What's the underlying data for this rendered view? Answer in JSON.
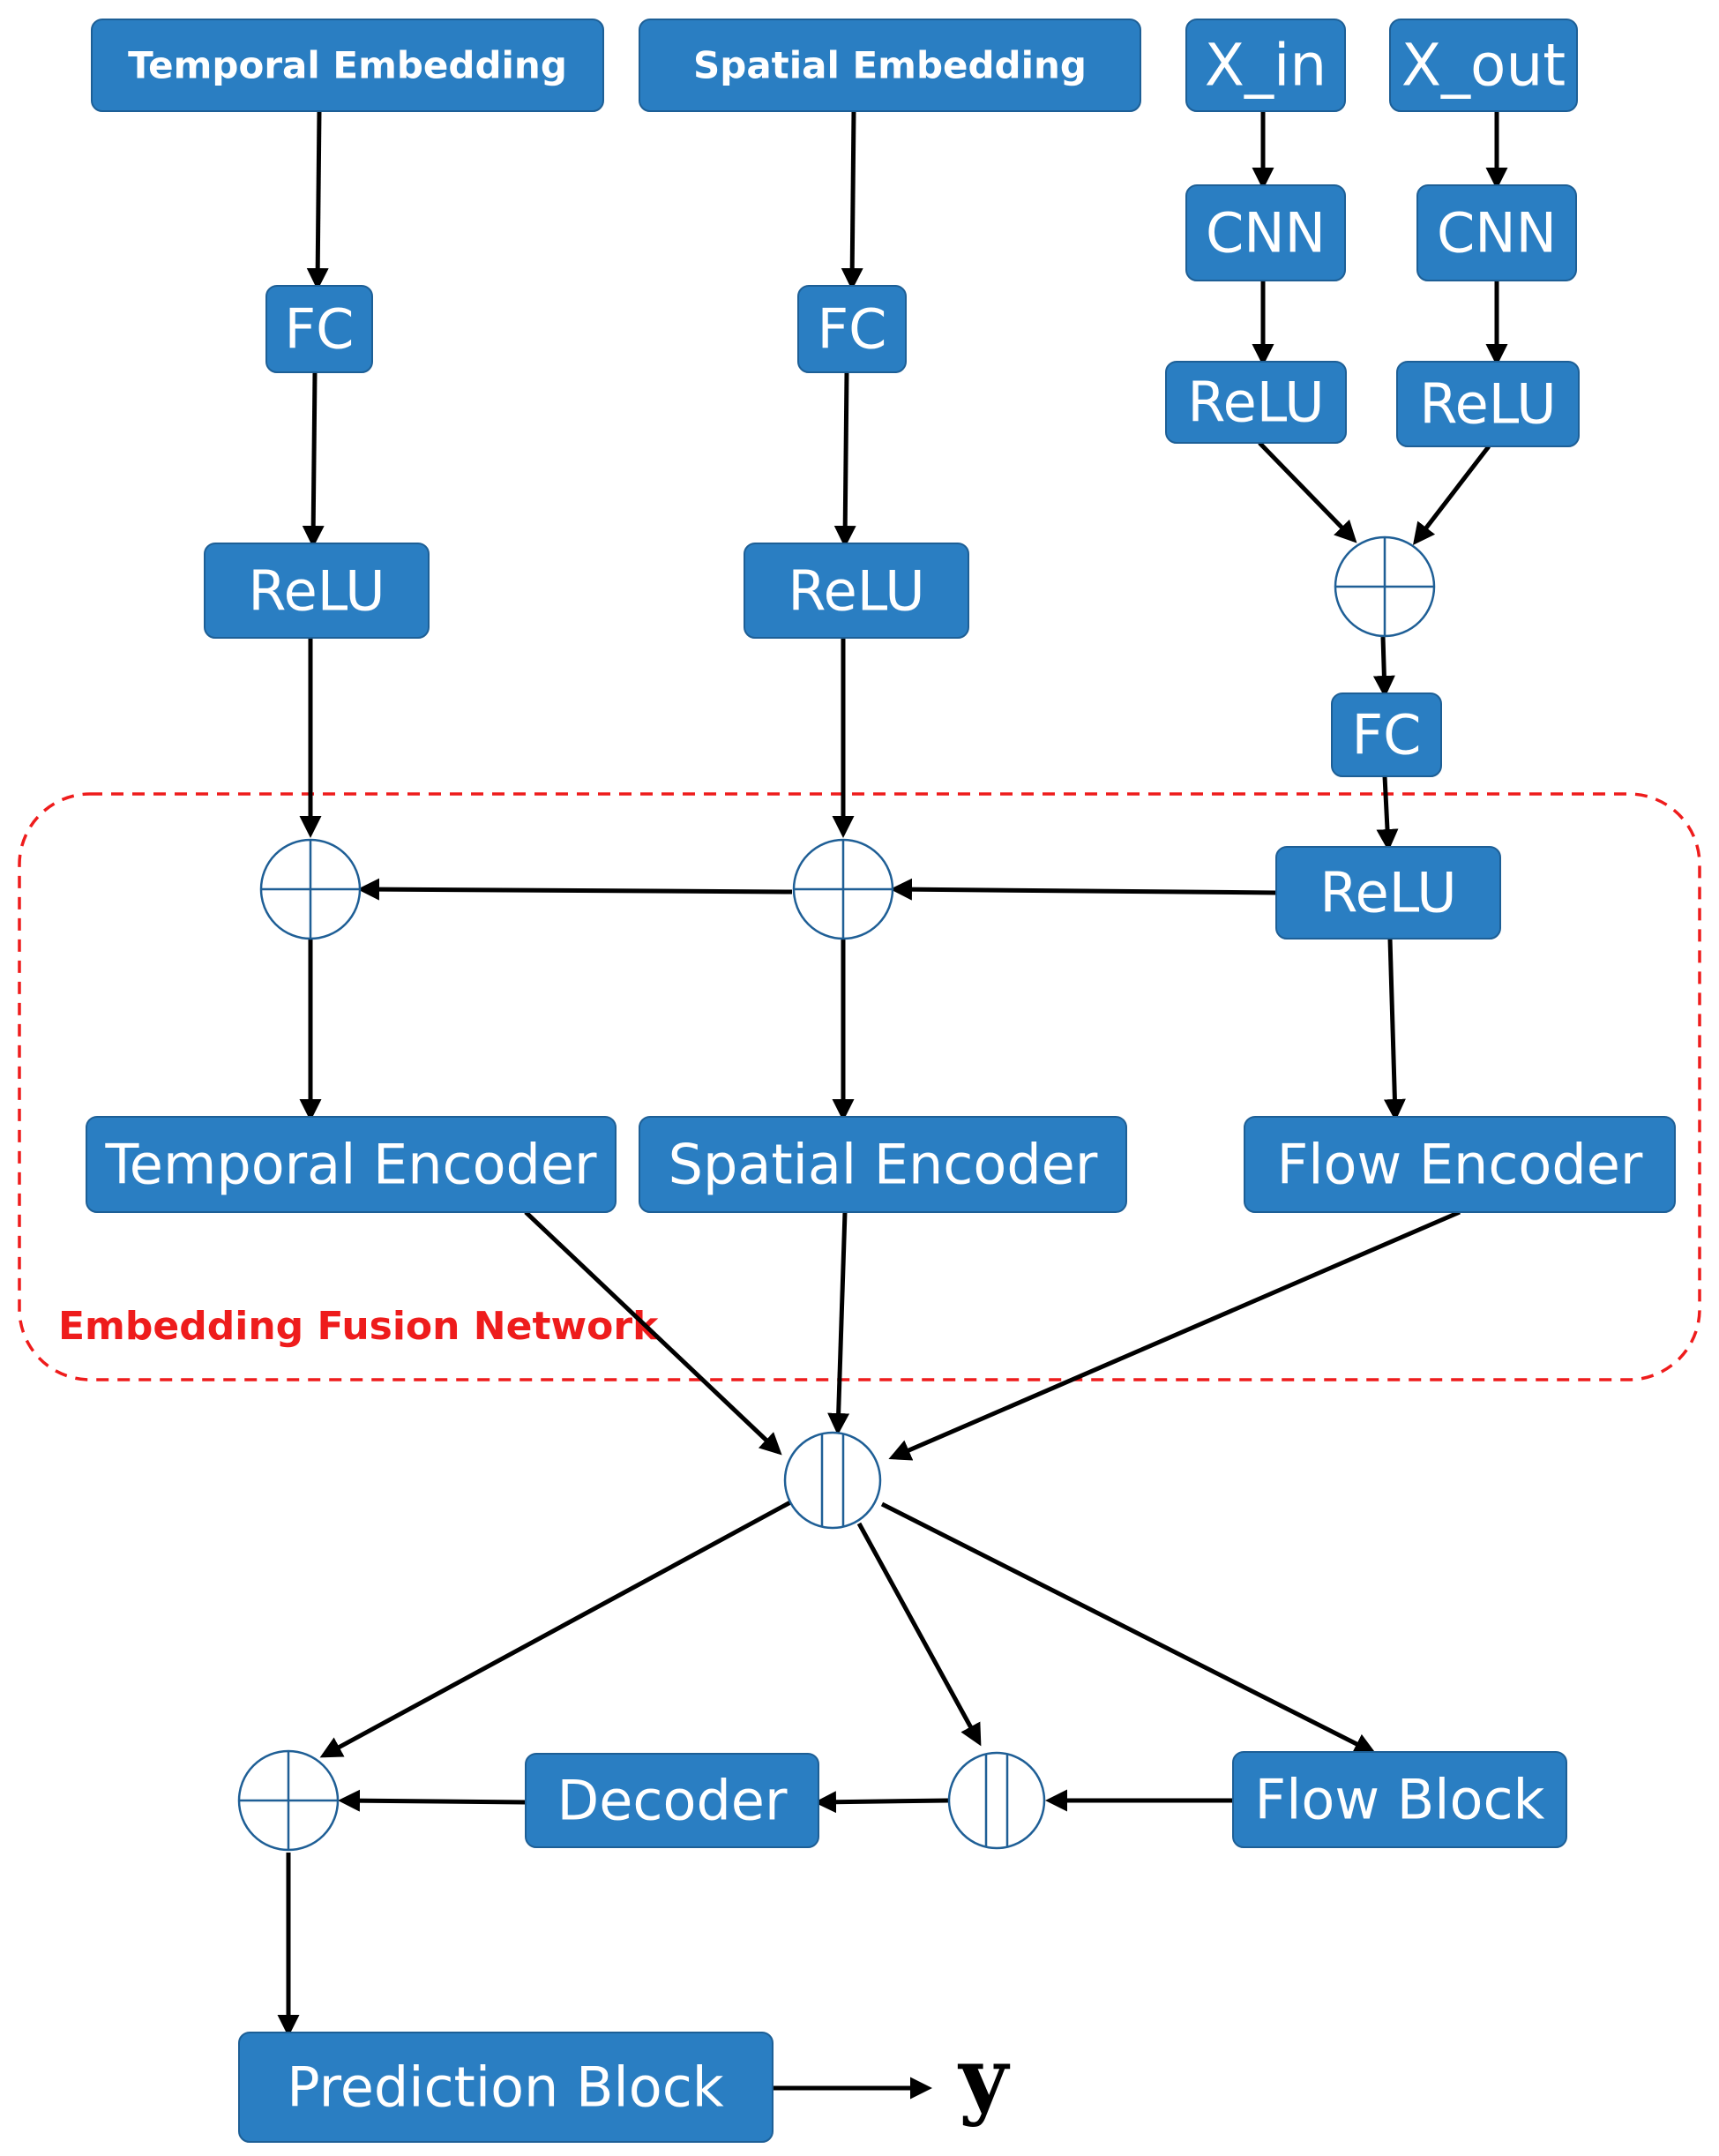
{
  "inputs": {
    "temporal_embedding": "Temporal Embedding",
    "spatial_embedding": "Spatial Embedding",
    "x_in": "X_in",
    "x_out": "X_out"
  },
  "temporal_branch": {
    "fc": "FC",
    "relu": "ReLU"
  },
  "spatial_branch": {
    "fc": "FC",
    "relu": "ReLU"
  },
  "flow_branch": {
    "cnn_in": "CNN",
    "cnn_out": "CNN",
    "relu_in": "ReLU",
    "relu_out": "ReLU",
    "fc": "FC",
    "relu": "ReLU"
  },
  "fusion": {
    "title": "Embedding Fusion Network",
    "temporal_encoder": "Temporal Encoder",
    "spatial_encoder": "Spatial Encoder",
    "flow_encoder": "Flow Encoder"
  },
  "head": {
    "decoder": "Decoder",
    "flow_block": "Flow Block",
    "prediction_block": "Prediction Block",
    "output": "y"
  }
}
